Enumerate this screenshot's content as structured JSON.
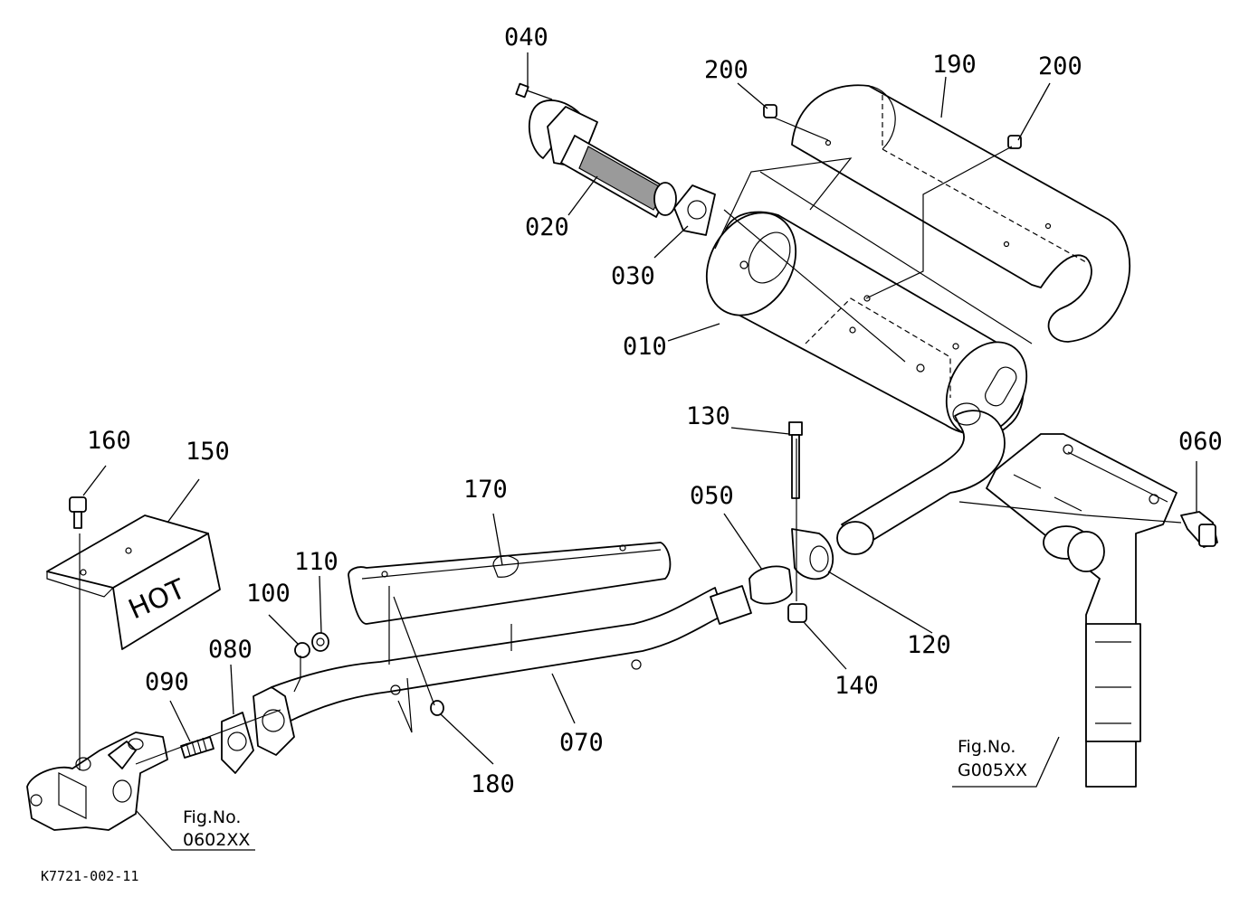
{
  "diagram_code": "K7721-002-11",
  "hot_label": "HOT",
  "figure_refs": [
    {
      "prefix": "Fig.No.",
      "number": "0602XX"
    },
    {
      "prefix": "Fig.No.",
      "number": "G005XX"
    }
  ],
  "parts": {
    "p010": "010",
    "p020": "020",
    "p030": "030",
    "p040": "040",
    "p050": "050",
    "p060": "060",
    "p070": "070",
    "p080": "080",
    "p090": "090",
    "p100": "100",
    "p110": "110",
    "p120": "120",
    "p130": "130",
    "p140": "140",
    "p150": "150",
    "p160": "160",
    "p170": "170",
    "p180": "180",
    "p190": "190",
    "p200a": "200",
    "p200b": "200"
  }
}
